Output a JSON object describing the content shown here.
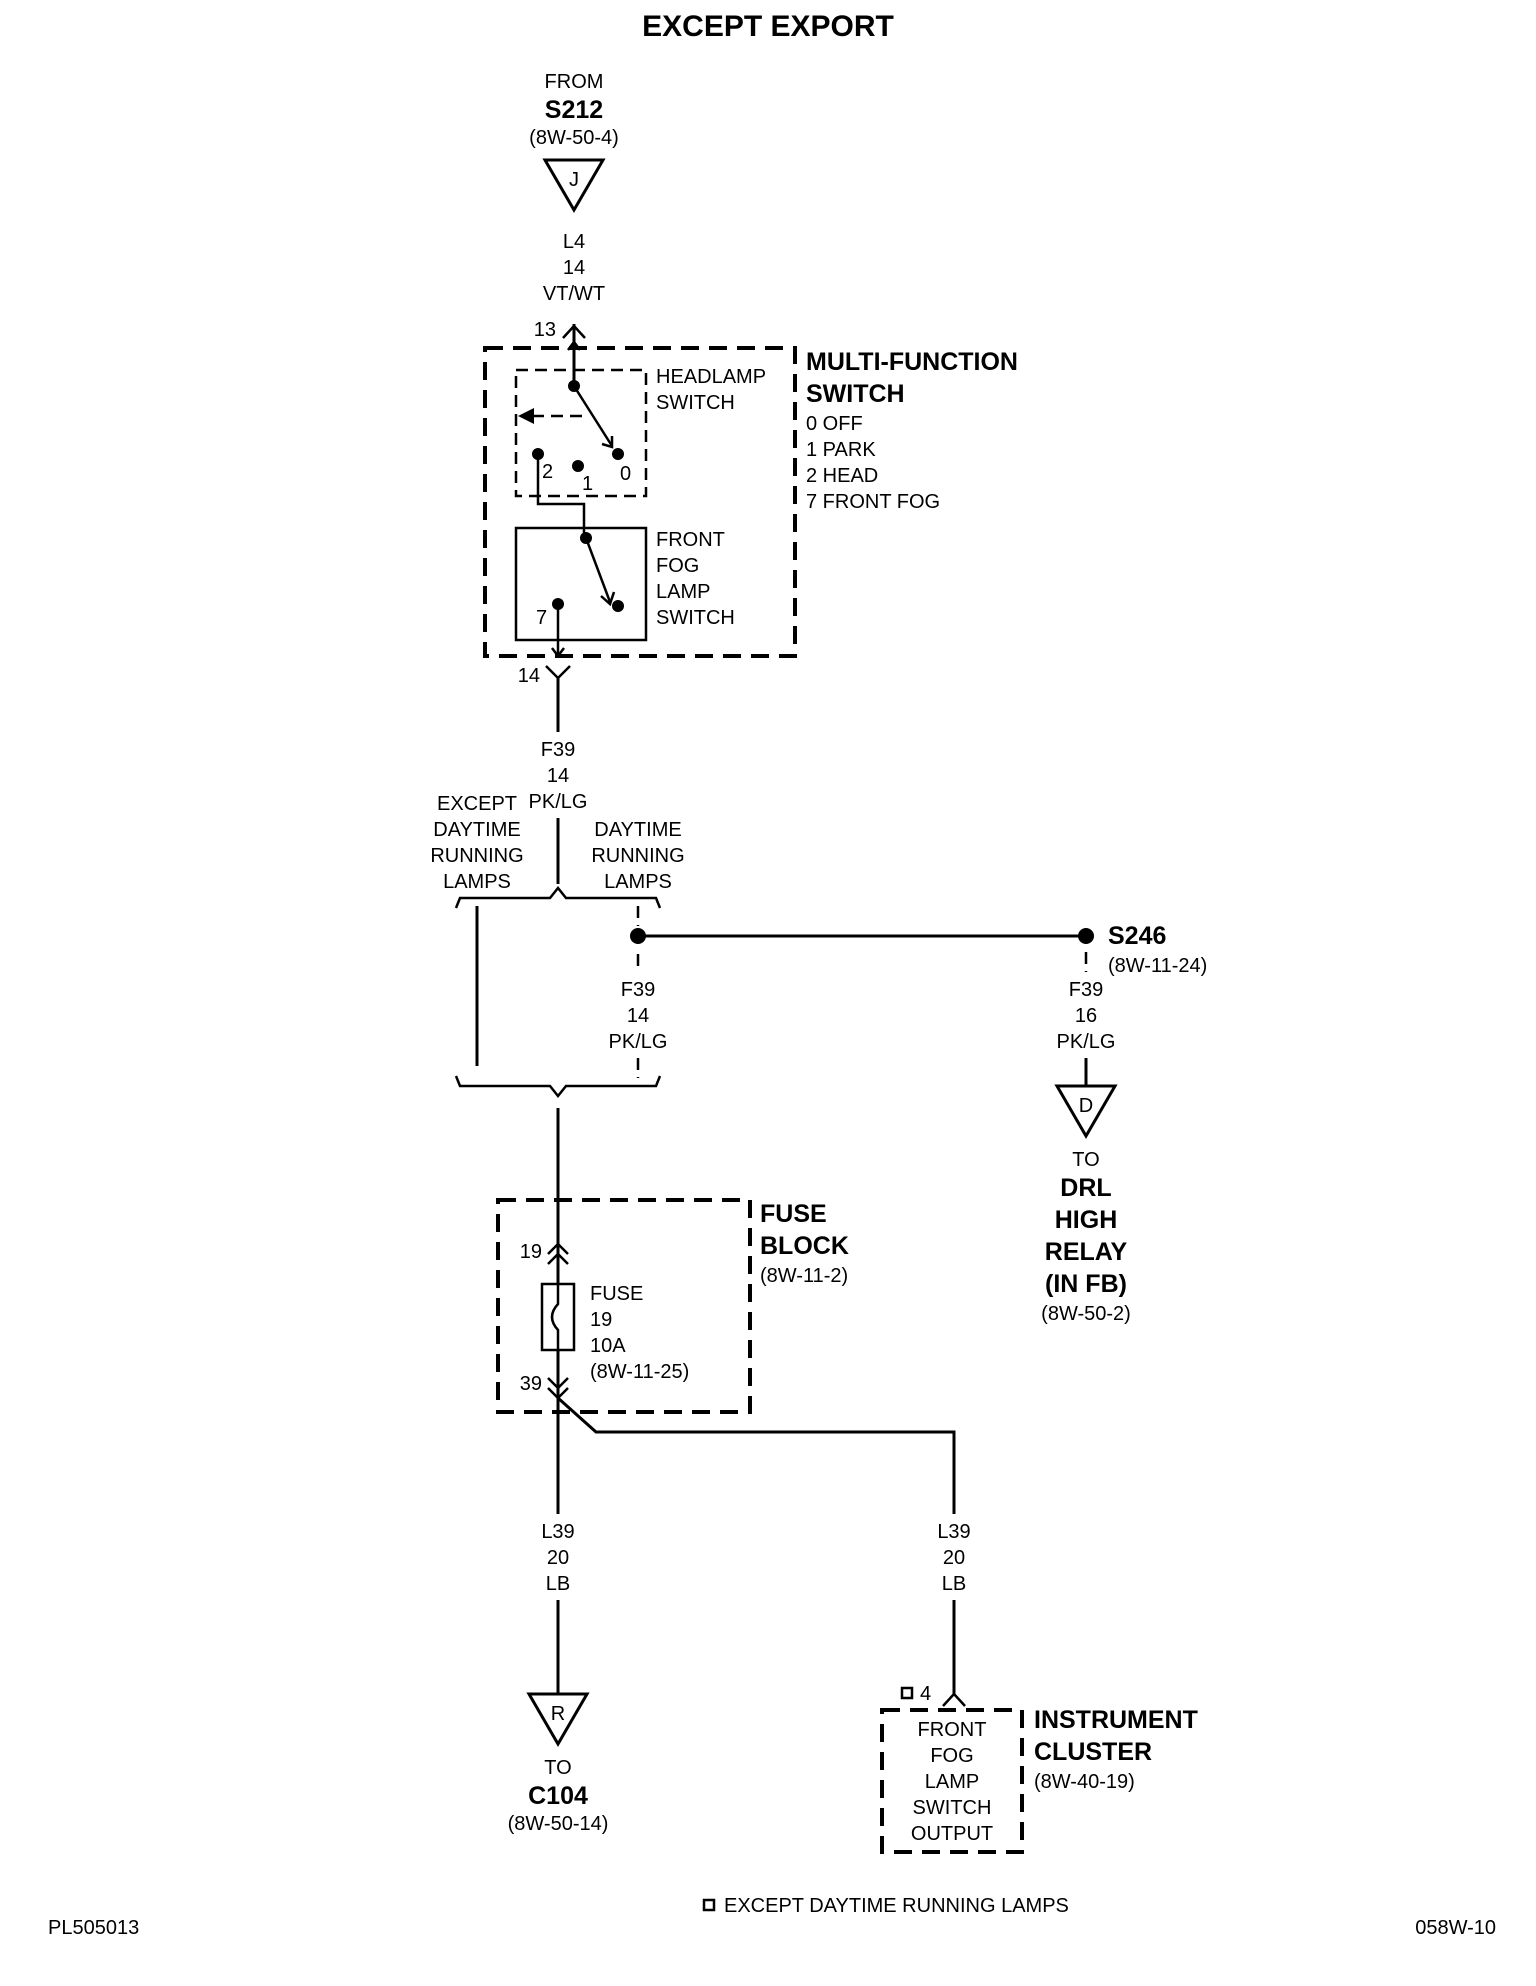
{
  "title": "EXCEPT EXPORT",
  "source": {
    "from": "FROM",
    "name": "S212",
    "ref": "(8W-50-4)",
    "connector": "J"
  },
  "wire_in": {
    "circuit": "L4",
    "gauge": "14",
    "color": "VT/WT"
  },
  "msw": {
    "title_line1": "MULTI-FUNCTION",
    "title_line2": "SWITCH",
    "positions": [
      "0 OFF",
      "1 PARK",
      "2 HEAD",
      "7 FRONT FOG"
    ],
    "pin_in": "13",
    "pin_out": "14",
    "headlamp_label": [
      "HEADLAMP",
      "SWITCH"
    ],
    "fog_label": [
      "FRONT",
      "FOG",
      "LAMP",
      "SWITCH"
    ],
    "contact_2": "2",
    "contact_1": "1",
    "contact_0": "0",
    "contact_7": "7"
  },
  "wire_out": {
    "circuit": "F39",
    "gauge": "14",
    "color": "PK/LG"
  },
  "branch_except_drl": [
    "EXCEPT",
    "DAYTIME",
    "RUNNING",
    "LAMPS"
  ],
  "branch_drl": [
    "DAYTIME",
    "RUNNING",
    "LAMPS"
  ],
  "drl_wire": {
    "circuit": "F39",
    "gauge": "14",
    "color": "PK/LG"
  },
  "splice": {
    "name": "S246",
    "ref": "(8W-11-24)"
  },
  "relay_wire": {
    "circuit": "F39",
    "gauge": "16",
    "color": "PK/LG"
  },
  "relay": {
    "connector": "D",
    "to": "TO",
    "name_lines": [
      "DRL",
      "HIGH",
      "RELAY",
      "(IN FB)"
    ],
    "ref": "(8W-50-2)"
  },
  "fuse_block": {
    "title_line1": "FUSE",
    "title_line2": "BLOCK",
    "ref": "(8W-11-2)",
    "pin_in": "19",
    "pin_out": "39",
    "fuse_label": [
      "FUSE",
      "19",
      "10A",
      "(8W-11-25)"
    ]
  },
  "wire_l": {
    "circuit": "L39",
    "gauge": "20",
    "color": "LB"
  },
  "wire_r": {
    "circuit": "L39",
    "gauge": "20",
    "color": "LB"
  },
  "c104": {
    "connector": "R",
    "to": "TO",
    "name": "C104",
    "ref": "(8W-50-14)"
  },
  "cluster": {
    "pin": "4",
    "title_line1": "INSTRUMENT",
    "title_line2": "CLUSTER",
    "ref": "(8W-40-19)",
    "box_label": [
      "FRONT",
      "FOG",
      "LAMP",
      "SWITCH",
      "OUTPUT"
    ]
  },
  "footnote": "EXCEPT DAYTIME RUNNING LAMPS",
  "footer_left": "PL505013",
  "footer_right": "058W-10"
}
